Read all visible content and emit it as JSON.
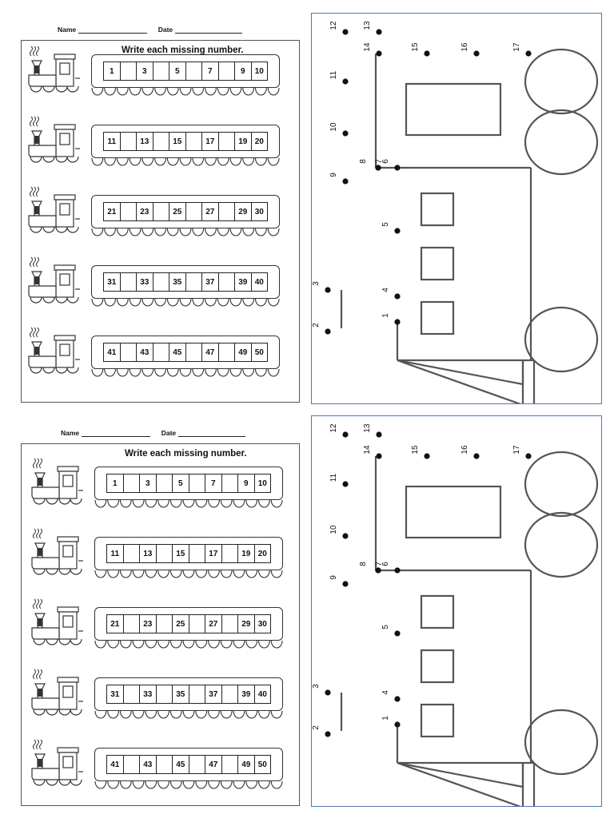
{
  "sheets": [
    {
      "header": {
        "name_label": "Name",
        "date_label": "Date"
      },
      "title": "Write each missing number.",
      "rows": [
        [
          "1",
          "",
          "3",
          "",
          "5",
          "",
          "7",
          "",
          "9",
          "10"
        ],
        [
          "11",
          "",
          "13",
          "",
          "15",
          "",
          "17",
          "",
          "19",
          "20"
        ],
        [
          "21",
          "",
          "23",
          "",
          "25",
          "",
          "27",
          "",
          "29",
          "30"
        ],
        [
          "31",
          "",
          "33",
          "",
          "35",
          "",
          "37",
          "",
          "39",
          "40"
        ],
        [
          "41",
          "",
          "43",
          "",
          "45",
          "",
          "47",
          "",
          "49",
          "50"
        ]
      ]
    },
    {
      "header": {
        "name_label": "Name",
        "date_label": "Date"
      },
      "title": "Write each missing number.",
      "rows": [
        [
          "1",
          "",
          "3",
          "",
          "5",
          "",
          "7",
          "",
          "9",
          "10"
        ],
        [
          "11",
          "",
          "13",
          "",
          "15",
          "",
          "17",
          "",
          "19",
          "20"
        ],
        [
          "21",
          "",
          "23",
          "",
          "25",
          "",
          "27",
          "",
          "29",
          "30"
        ],
        [
          "31",
          "",
          "33",
          "",
          "35",
          "",
          "37",
          "",
          "39",
          "40"
        ],
        [
          "41",
          "",
          "43",
          "",
          "45",
          "",
          "47",
          "",
          "49",
          "50"
        ]
      ]
    }
  ],
  "dot_to_dot": {
    "labels": [
      "1",
      "2",
      "3",
      "4",
      "5",
      "6",
      "7",
      "8",
      "9",
      "10",
      "11",
      "12",
      "13",
      "14",
      "15",
      "16",
      "17"
    ],
    "border_color": "#4a78b8"
  }
}
